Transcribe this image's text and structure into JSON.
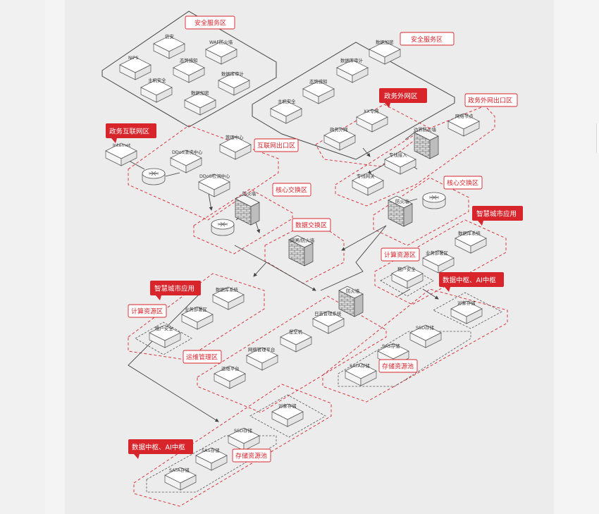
{
  "colors": {
    "accent_red": "#d8242b",
    "line": "#444444",
    "card": "#ffffff",
    "canvas": "#ececed"
  },
  "zones": {
    "security_left": "安全服务区",
    "security_right": "安全服务区",
    "gov_internet": "政务互联网区",
    "internet_exit": "互联网出口区",
    "core_switch_left": "核心交换区",
    "data_exchange": "数据交换区",
    "gov_extranet": "政务外网区",
    "extranet_exit": "政务外网出口区",
    "core_switch_right": "核心交换区",
    "smart_city_right": "智慧城市应用",
    "compute_right": "计算资源区",
    "datacenter_right": "数据中枢、AI中枢",
    "smart_city_left": "智慧城市应用",
    "compute_left": "计算资源区",
    "ops_mgmt": "运维管理区",
    "datacenter_left": "数据中枢、AI中枢",
    "storage_pool_right": "存储资源池",
    "storage_pool_left": "存储资源池"
  },
  "nodes": {
    "nips": "NIPS",
    "xinan": "信安",
    "waf": "WAF防火墙",
    "situation_l": "态势感知",
    "host_sec_l": "主机安全",
    "db_audit_l": "数据库审计",
    "data_enc_l": "数据加密",
    "data_enc_r": "数据加密",
    "db_audit_r": "数据库审计",
    "situation_r": "态势感知",
    "host_sec_r": "主机安全",
    "internet": "Internet",
    "ddos_clean": "DDoS清洗中心",
    "mgmt_center": "管理中心",
    "ddos_detect": "DDoS检测中心",
    "firewall_left": "防火墙",
    "gatekeeper": "网闸/防火墙",
    "xx_private": "XX专网",
    "gov_extranet_node": "政务外网",
    "border_fw": "边界防火墙",
    "network_node": "网络节点",
    "dedicated_access": "专线接入",
    "dedicated_gw": "专线网关",
    "firewall_right": "防火墙",
    "db_system_r": "数据库系统",
    "biz_deploy_r": "业务部署区",
    "tenant_sec_r": "租户安全",
    "object_storage_r": "对象存储",
    "ssd_r": "SSD存储",
    "sas_r": "SAS存储",
    "sata_r": "SATA存储",
    "firewall_mid": "防火墙",
    "log_mgmt": "日志管理系统",
    "bastion": "堡垒机",
    "db_system_l": "数据库系统",
    "biz_deploy_l": "业务部署区",
    "tenant_sec_l": "租户安全",
    "netmgmt_platform": "网络管理平台",
    "ops_platform": "运维平台",
    "object_storage_l": "对象存储",
    "ssd_l": "SSD存储",
    "sas_l": "SAS存储",
    "sata_l": "SATA存储"
  }
}
